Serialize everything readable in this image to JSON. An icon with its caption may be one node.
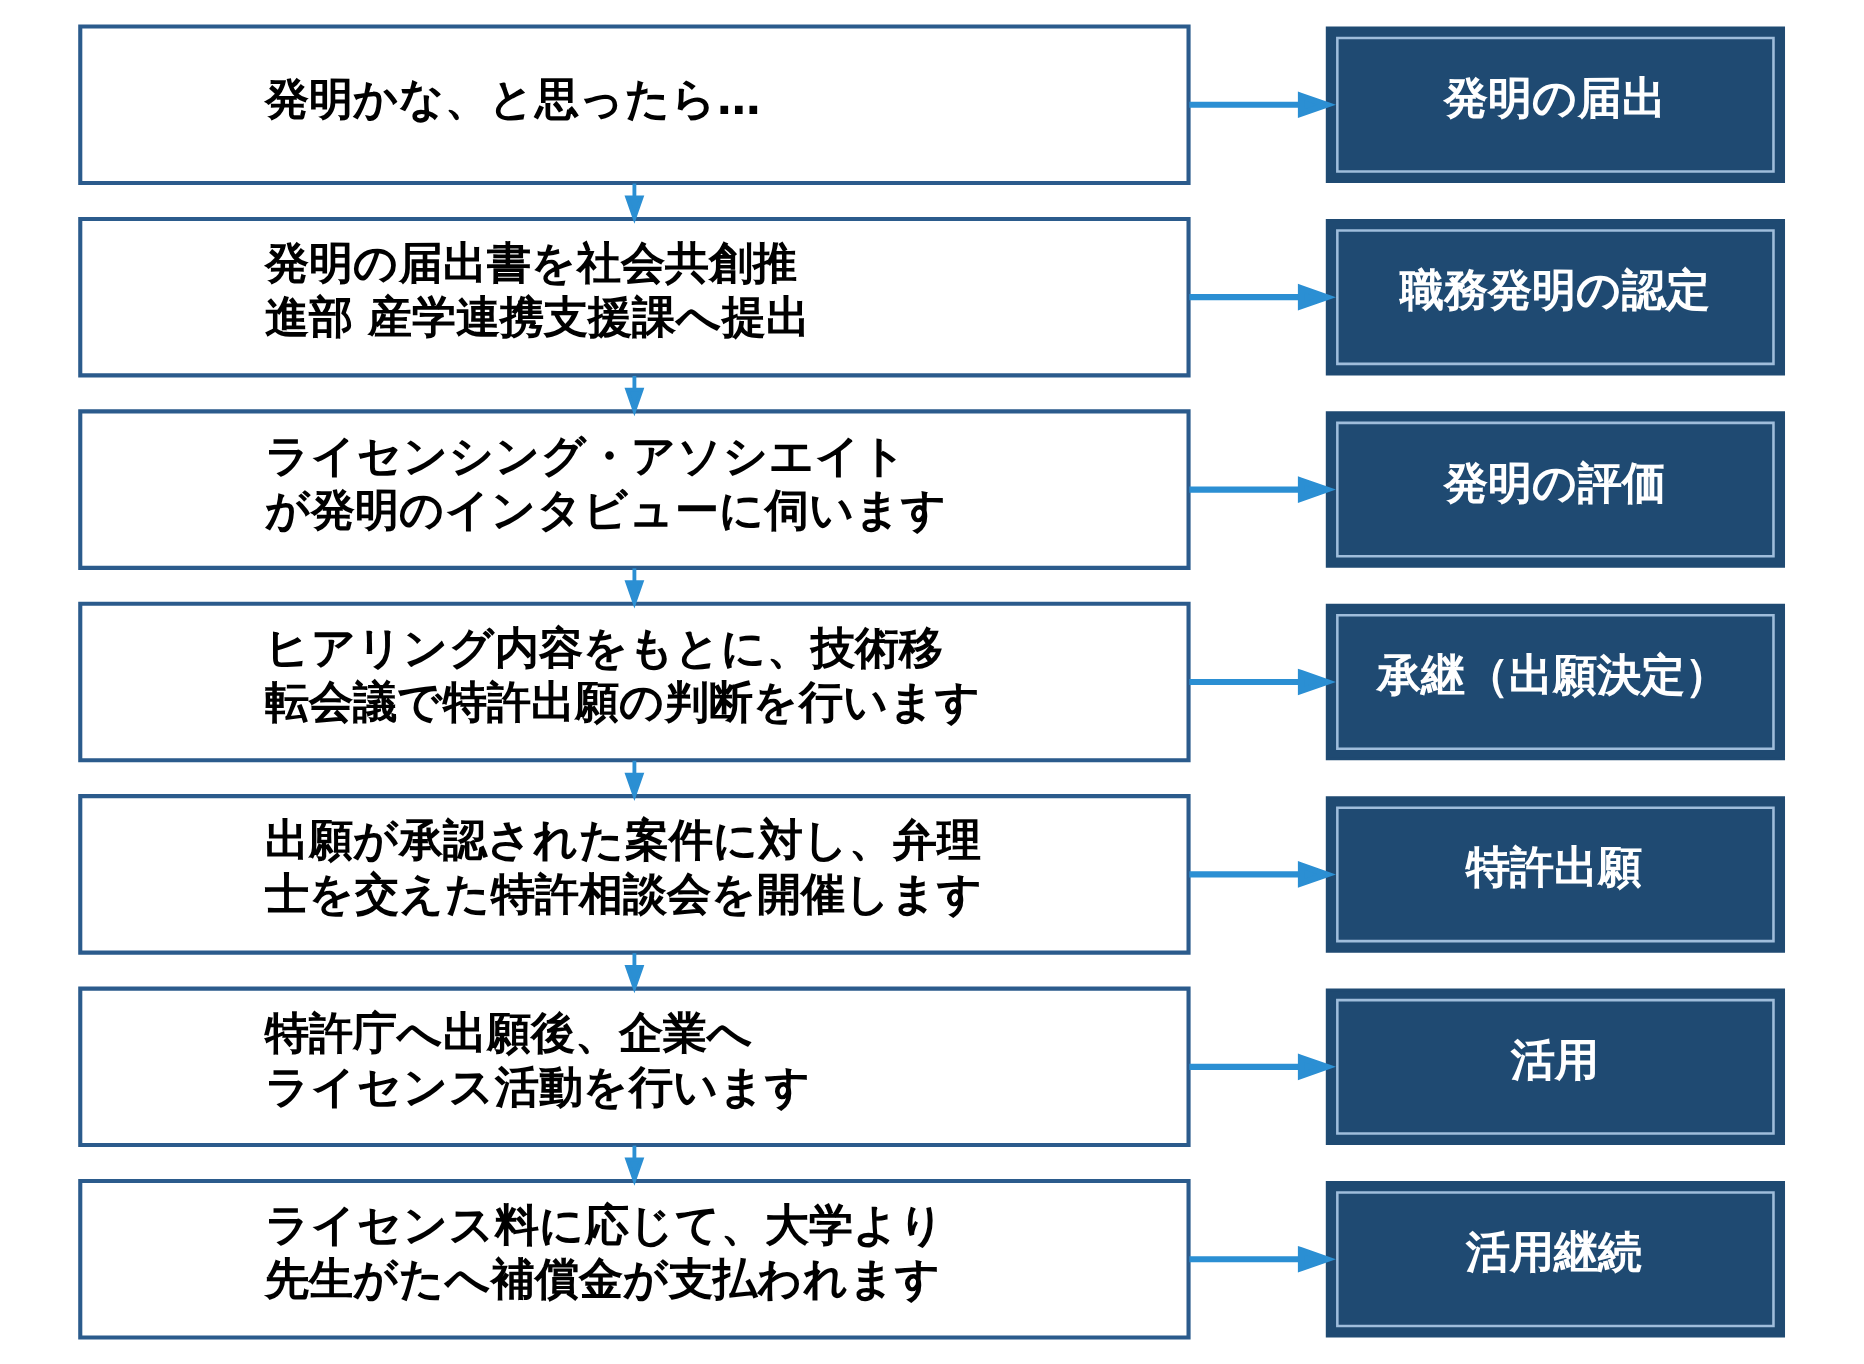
{
  "diagram": {
    "nodes": [
      {
        "text": [
          "発明かな、と思ったら…"
        ]
      },
      {
        "text": [
          "発明の届出"
        ]
      },
      {
        "text": [
          "発明の届出書を社会共創推進部 産学連携支援課へ提出"
        ]
      },
      {
        "text": [
          "職務発明の認定"
        ]
      },
      {
        "text": [
          "ライセンシング・アソシエイトが発明のインタビューに伺います"
        ]
      },
      {
        "text": [
          "発明の評価"
        ]
      },
      {
        "text": [
          "ヒアリング内容をもとに、技術移転会議で特許出願の判断を行います"
        ]
      },
      {
        "text": [
          "承継（出願決定）"
        ]
      },
      {
        "text": [
          "出願が承認された案件に対し、弁理士を交えた特許相談会を開催します"
        ]
      },
      {
        "text": [
          "特許出願"
        ]
      },
      {
        "text": [
          "特許庁へ出願後、企業へライセンス活動を行います"
        ]
      },
      {
        "text": [
          "活用"
        ]
      },
      {
        "text": [
          "ライセンス料に応じて、大学より先生がたへ補償金が支払われます"
        ]
      },
      {
        "text": [
          "活用継続"
        ]
      }
    ],
    "edges": [
      {
        "from": 0,
        "to": 1,
        "arrow": "to"
      },
      {
        "from": 0,
        "to": 2,
        "arrow": "to"
      },
      {
        "from": 2,
        "to": 3,
        "arrow": "to"
      },
      {
        "from": 2,
        "to": 4,
        "arrow": "to"
      },
      {
        "from": 4,
        "to": 5,
        "arrow": "to"
      },
      {
        "from": 4,
        "to": 6,
        "arrow": "to"
      },
      {
        "from": 6,
        "to": 7,
        "arrow": "to"
      },
      {
        "from": 6,
        "to": 8,
        "arrow": "to"
      },
      {
        "from": 8,
        "to": 9,
        "arrow": "to"
      },
      {
        "from": 8,
        "to": 10,
        "arrow": "to"
      },
      {
        "from": 10,
        "to": 11,
        "arrow": "to"
      },
      {
        "from": 10,
        "to": 12,
        "arrow": "to"
      },
      {
        "from": 12,
        "to": 13,
        "arrow": "to"
      }
    ]
  }
}
